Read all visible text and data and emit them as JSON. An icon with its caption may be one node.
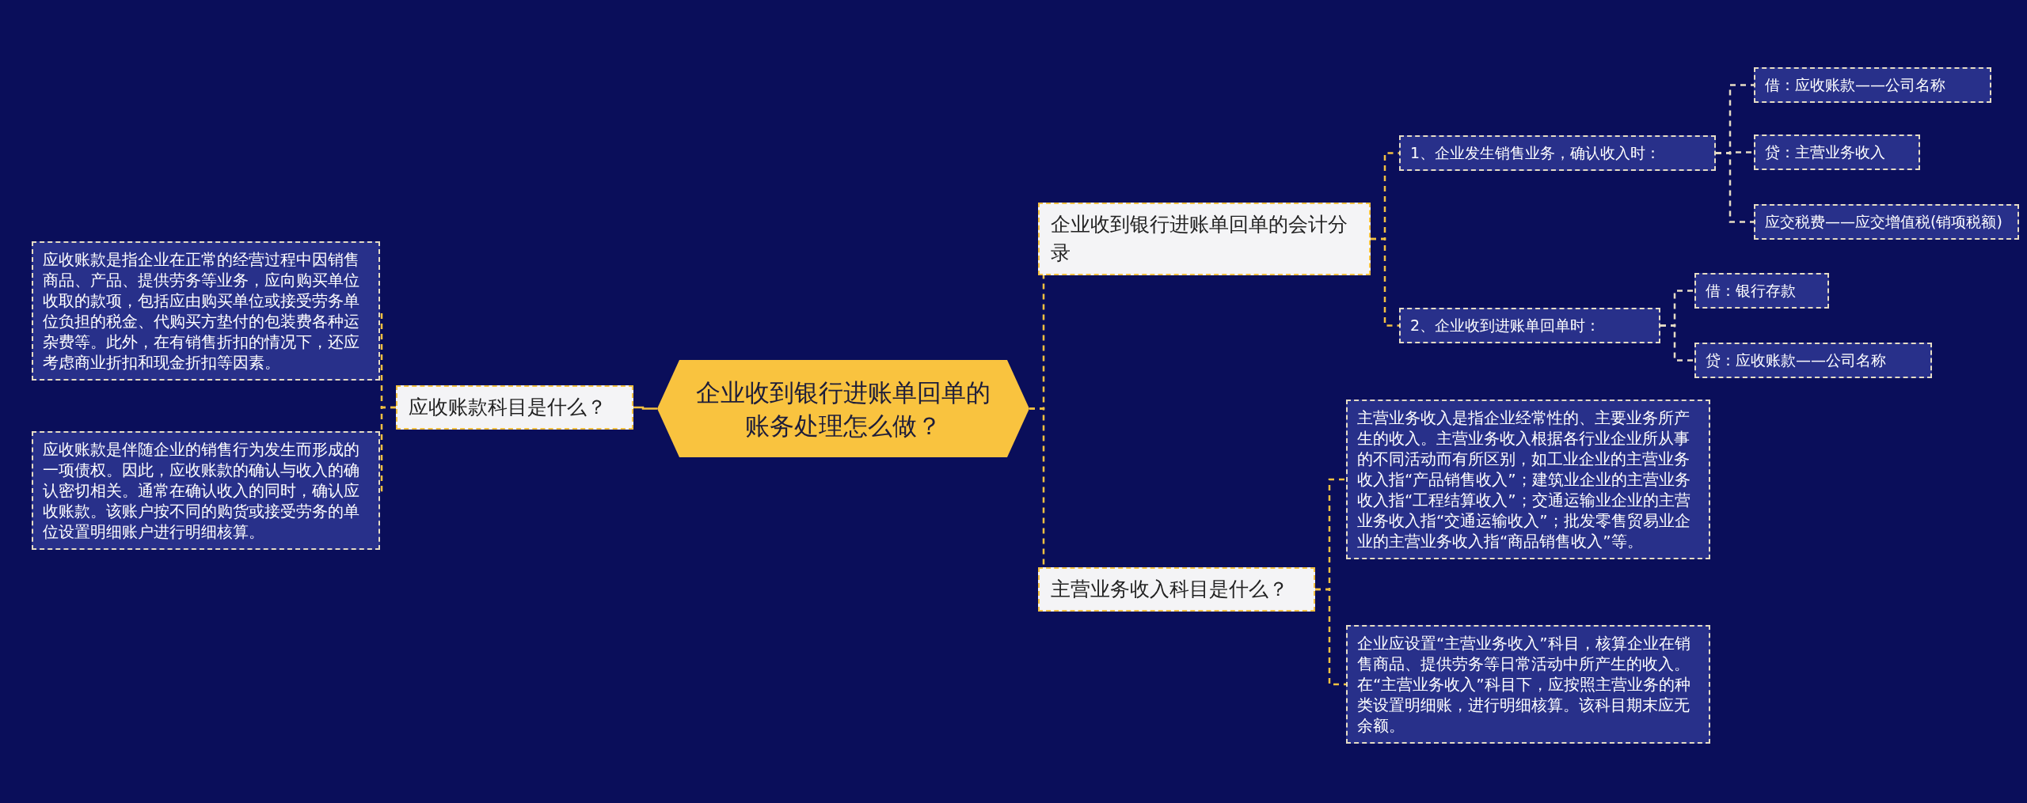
{
  "diagram": {
    "nodes": [
      {
        "text": [
          "企业收到银行进账单回单的账务处理怎么做？"
        ]
      },
      {
        "text": [
          "应收账款科目是什么？"
        ]
      },
      {
        "text": [
          "应收账款是指企业在正常的经营过程中因销售商品、产品、提供劳务等业务，应向购买单位收取的款项，包括应由购买单位或接受劳务单位负担的税金、代购买方垫付的包装费各种运杂费等。此外，在有销售折扣的情况下，还应考虑商业折扣和现金折扣等因素。"
        ]
      },
      {
        "text": [
          "应收账款是伴随企业的销售行为发生而形成的一项债权。因此，应收账款的确认与收入的确认密切相关。通常在确认收入的同时，确认应收账款。该账户按不同的购货或接受劳务的单位设置明细账户进行明细核算。"
        ]
      },
      {
        "text": [
          "企业收到银行进账单回单的会计分录"
        ]
      },
      {
        "text": [
          "1、企业发生销售业务，确认收入时："
        ]
      },
      {
        "text": [
          "借：应收账款——公司名称"
        ]
      },
      {
        "text": [
          "贷：主营业务收入"
        ]
      },
      {
        "text": [
          "应交税费——应交增值税(销项税额)"
        ]
      },
      {
        "text": [
          "2、企业收到进账单回单时："
        ]
      },
      {
        "text": [
          "借：银行存款"
        ]
      },
      {
        "text": [
          "贷：应收账款——公司名称"
        ]
      },
      {
        "text": [
          "主营业务收入科目是什么？"
        ]
      },
      {
        "text": [
          "主营业务收入是指企业经常性的、主要业务所产生的收入。主营业务收入根据各行业企业所从事的不同活动而有所区别，如工业企业的主营业务收入指“产品销售收入”；建筑业企业的主营业务收入指“工程结算收入”；交通运输业企业的主营业务收入指“交通运输收入”；批发零售贸易业企业的主营业务收入指“商品销售收入”等。"
        ]
      },
      {
        "text": [
          "企业应设置“主营业务收入”科目，核算企业在销售商品、提供劳务等日常活动中所产生的收入。在“主营业务收入”科目下，应按照主营业务的种类设置明细账，进行明细核算。该科目期末应无余额。"
        ]
      }
    ],
    "edges": [
      {
        "from": 0,
        "to": 1,
        "arrow": "none"
      },
      {
        "from": 1,
        "to": 2,
        "arrow": "none",
        "style": "dashed"
      },
      {
        "from": 1,
        "to": 3,
        "arrow": "none",
        "style": "dashed"
      },
      {
        "from": 0,
        "to": 4,
        "arrow": "none",
        "style": "dashed"
      },
      {
        "from": 4,
        "to": 5,
        "arrow": "none",
        "style": "dashed"
      },
      {
        "from": 5,
        "to": 6,
        "arrow": "none",
        "style": "dashed",
        "color": "#e6dcc4"
      },
      {
        "from": 5,
        "to": 7,
        "arrow": "none",
        "style": "dashed",
        "color": "#e6dcc4"
      },
      {
        "from": 5,
        "to": 8,
        "arrow": "none",
        "style": "dashed",
        "color": "#e6dcc4"
      },
      {
        "from": 4,
        "to": 9,
        "arrow": "none",
        "style": "dashed"
      },
      {
        "from": 9,
        "to": 10,
        "arrow": "none",
        "style": "dashed",
        "color": "#e6dcc4"
      },
      {
        "from": 9,
        "to": 11,
        "arrow": "none",
        "style": "dashed",
        "color": "#e6dcc4"
      },
      {
        "from": 0,
        "to": 12,
        "arrow": "none",
        "style": "dashed"
      },
      {
        "from": 12,
        "to": 13,
        "arrow": "none",
        "style": "dashed"
      },
      {
        "from": 12,
        "to": 14,
        "arrow": "none",
        "style": "dashed"
      }
    ]
  }
}
